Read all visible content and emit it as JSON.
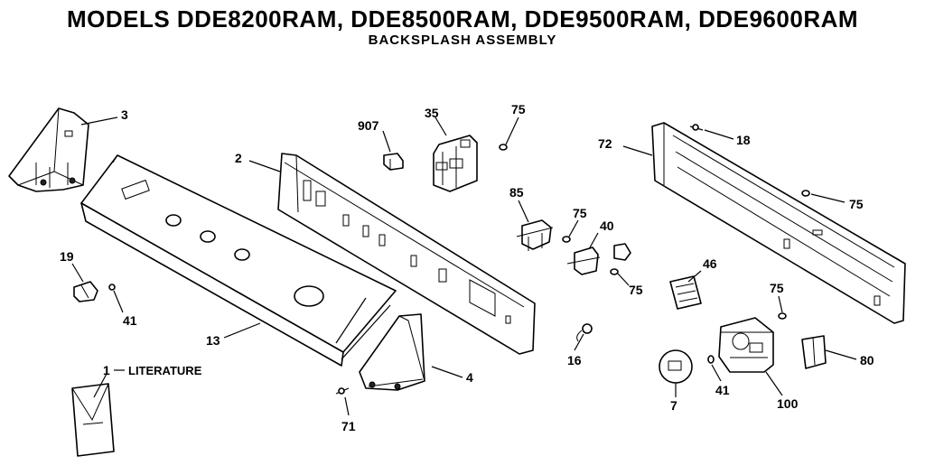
{
  "header": {
    "title": "MODELS DDE8200RAM, DDE8500RAM, DDE9500RAM, DDE9600RAM",
    "subtitle": "BACKSPLASH ASSEMBLY"
  },
  "parts": [
    {
      "id": "p3",
      "label": "3"
    },
    {
      "id": "p907",
      "label": "907"
    },
    {
      "id": "p35",
      "label": "35"
    },
    {
      "id": "p75a",
      "label": "75"
    },
    {
      "id": "p72",
      "label": "72"
    },
    {
      "id": "p18",
      "label": "18"
    },
    {
      "id": "p2",
      "label": "2"
    },
    {
      "id": "p75b",
      "label": "75"
    },
    {
      "id": "p85",
      "label": "85"
    },
    {
      "id": "p75c",
      "label": "75"
    },
    {
      "id": "p40",
      "label": "40"
    },
    {
      "id": "p19",
      "label": "19"
    },
    {
      "id": "p46",
      "label": "46"
    },
    {
      "id": "p75d",
      "label": "75"
    },
    {
      "id": "p75e",
      "label": "75"
    },
    {
      "id": "p41a",
      "label": "41"
    },
    {
      "id": "p13",
      "label": "13"
    },
    {
      "id": "p16",
      "label": "16"
    },
    {
      "id": "p80",
      "label": "80"
    },
    {
      "id": "p1",
      "label": "1",
      "text": "LITERATURE"
    },
    {
      "id": "p4",
      "label": "4"
    },
    {
      "id": "p41b",
      "label": "41"
    },
    {
      "id": "p100",
      "label": "100"
    },
    {
      "id": "p7",
      "label": "7"
    },
    {
      "id": "p71",
      "label": "71"
    }
  ]
}
